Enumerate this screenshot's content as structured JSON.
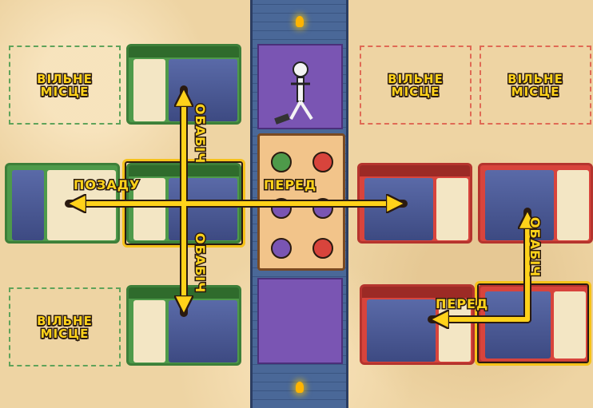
{
  "slots": {
    "top_left": "ВІЛЬНЕ МІСЦЕ",
    "bottom_left": "ВІЛЬНЕ МІСЦЕ",
    "top_right_1": "ВІЛЬНЕ МІСЦЕ",
    "top_right_2": "ВІЛЬНЕ МІСЦЕ"
  },
  "arrows": {
    "left": "ПОЗАДУ",
    "right": "ПЕРЕД",
    "up": "ОБАБІЧ",
    "down": "ОБАБІЧ",
    "right_up": "ОБАБІЧ",
    "right_left": "ПЕРЕД"
  },
  "colors": {
    "player_green": "#4e9a4a",
    "player_red": "#d8443c",
    "arrow": "#ffd21a",
    "highlight": "#f6c21a"
  }
}
